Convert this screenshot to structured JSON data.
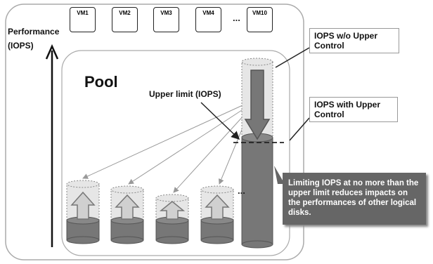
{
  "y_axis_label": "Performance\n(IOPS)",
  "pool_label": "Pool",
  "upper_limit_label": "Upper limit (IOPS)",
  "vms": [
    "VM1",
    "VM2",
    "VM3",
    "VM4",
    "VM10"
  ],
  "vm_ellipsis": "...",
  "disk_ellipsis": "...",
  "callout_without": "IOPS w/o Upper Control",
  "callout_with": "IOPS with Upper Control",
  "note": "Limiting IOPS at no more than the upper limit reduces impacts on the performances of other logical disks.",
  "colors": {
    "disk_fill": "#777777",
    "arrow_fill": "#d0d0d0",
    "note_bg": "#666666",
    "big_arrow": "#777777"
  }
}
